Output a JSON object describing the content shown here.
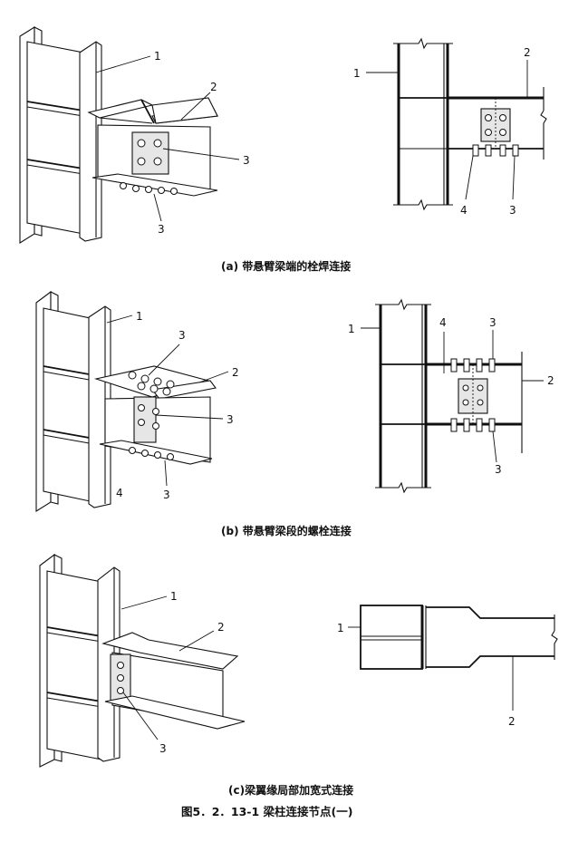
{
  "captions": {
    "a": "(a) 带悬臂梁端的栓焊连接",
    "b": "(b) 带悬臂梁段的螺栓连接",
    "c": "(c)梁翼缘局部加宽式连接"
  },
  "figure_title": "图5．2．13-1  梁柱连接节点(一)",
  "callouts": {
    "a_iso": [
      "1",
      "2",
      "3",
      "3"
    ],
    "a_elev": [
      "1",
      "2",
      "4",
      "3"
    ],
    "b_iso": [
      "1",
      "3",
      "2",
      "3",
      "4",
      "3"
    ],
    "b_elev": [
      "1",
      "4",
      "3",
      "2",
      "3"
    ],
    "c_iso": [
      "1",
      "2",
      "3"
    ],
    "c_plan": [
      "1",
      "2"
    ]
  }
}
